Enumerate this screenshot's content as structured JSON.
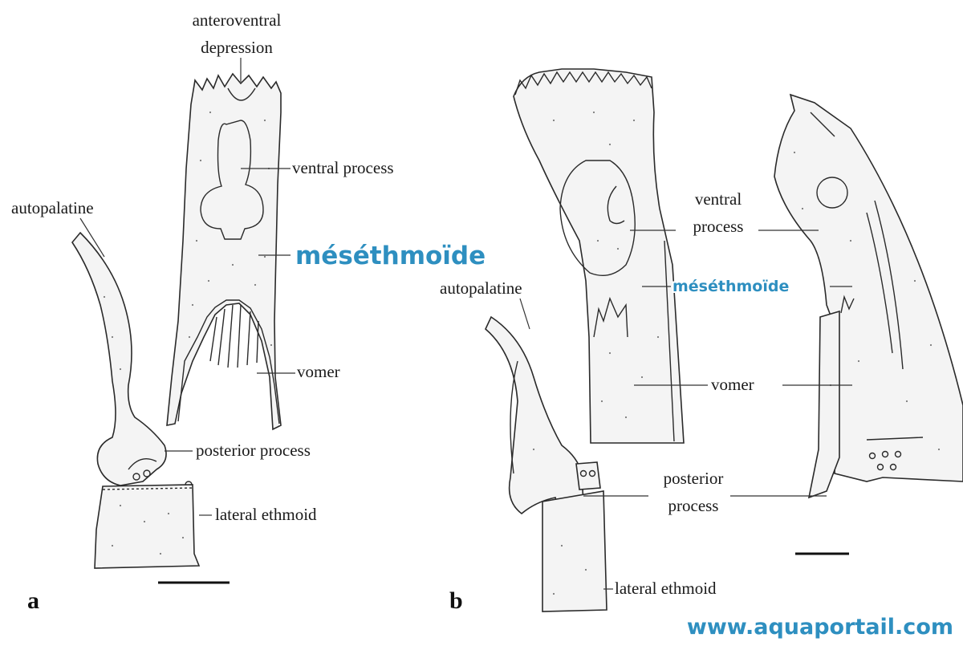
{
  "panels": {
    "a": {
      "letter": "a",
      "labels": {
        "anteroventral_1": "anteroventral",
        "anteroventral_2": "depression",
        "ventral_process": "ventral process",
        "autopalatine": "autopalatine",
        "mesethmoid_highlight": "méséthmoïde",
        "vomer": "vomer",
        "posterior_process": "posterior process",
        "lateral_ethmoid": "lateral ethmoid"
      }
    },
    "b": {
      "letter": "b",
      "labels": {
        "ventral_1": "ventral",
        "ventral_2": "process",
        "autopalatine": "autopalatine",
        "mesethmoid_highlight": "méséthmoïde",
        "vomer": "vomer",
        "posterior_1": "posterior",
        "posterior_2": "process",
        "lateral_ethmoid": "lateral ethmoid"
      }
    }
  },
  "watermark": "www.aquaportail.com",
  "colors": {
    "highlight": "#2e8fc0",
    "ink": "#2a2a2a",
    "background": "#ffffff"
  }
}
